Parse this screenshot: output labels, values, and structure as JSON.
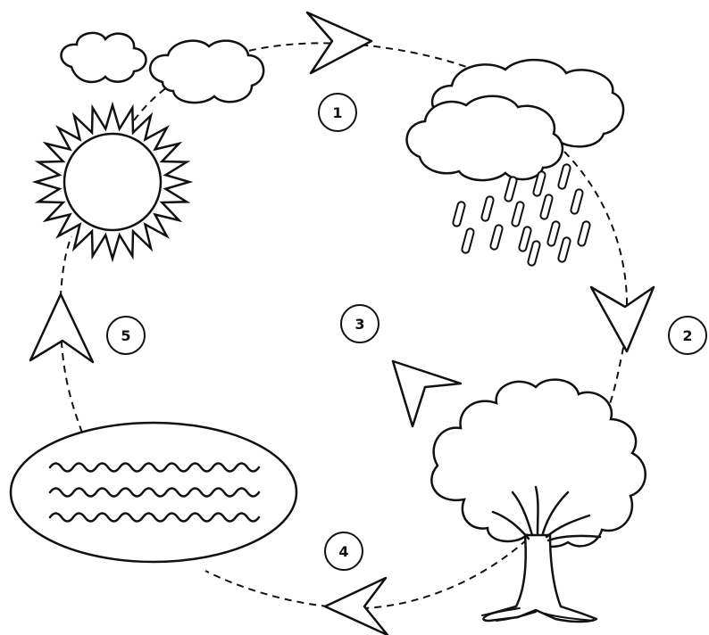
{
  "diagram": {
    "stages": [
      {
        "label": "1",
        "topic": "rain-cloud"
      },
      {
        "label": "2",
        "topic": "tree"
      },
      {
        "label": "3",
        "topic": "center"
      },
      {
        "label": "4",
        "topic": "water"
      },
      {
        "label": "5",
        "topic": "sun"
      }
    ]
  }
}
